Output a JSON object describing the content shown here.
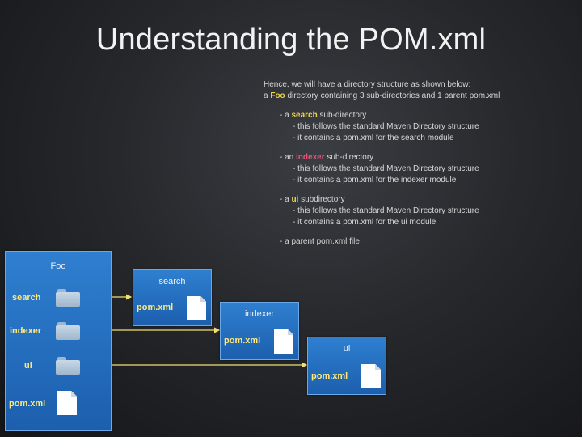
{
  "title": "Understanding the POM.xml",
  "intro": {
    "line1": "Hence, we will have a directory structure as shown below:",
    "line2_prefix": "a ",
    "line2_highlight": "Foo",
    "line2_suffix": " directory containing 3 sub-directories and 1 parent pom.xml"
  },
  "bullets": [
    {
      "prefix": "- a ",
      "highlight": "search",
      "suffix": " sub-directory",
      "lines": [
        "- this follows the standard Maven Directory structure",
        "- it contains a pom.xml for the search module"
      ]
    },
    {
      "prefix": "- an ",
      "highlight": "indexer",
      "suffix": " sub-directory",
      "lines": [
        "- this follows the standard Maven Directory structure",
        "- it contains a pom.xml for the indexer module"
      ]
    },
    {
      "prefix": "- a ",
      "highlight": "ui",
      "suffix": " subdirectory",
      "lines": [
        "- this follows the standard Maven Directory structure",
        "- it contains a pom.xml for the ui module"
      ]
    },
    {
      "prefix": "- a parent pom.xml file",
      "highlight": "",
      "suffix": "",
      "lines": []
    }
  ],
  "diagram": {
    "foo": {
      "title": "Foo",
      "items": [
        "search",
        "indexer",
        "ui",
        "pom.xml"
      ]
    },
    "search": {
      "title": "search",
      "file": "pom.xml"
    },
    "indexer": {
      "title": "indexer",
      "file": "pom.xml"
    },
    "ui": {
      "title": "ui",
      "file": "pom.xml"
    }
  },
  "colors": {
    "highlight_yellow": "#f0d54a",
    "highlight_red": "#e0567a",
    "box_blue": "#2370c2",
    "arrow": "#f0e070"
  }
}
